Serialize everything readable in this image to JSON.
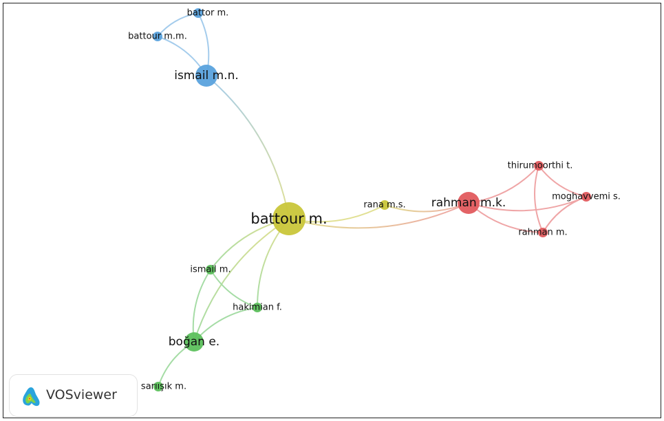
{
  "app": {
    "brand_label": "VOSviewer"
  },
  "colors": {
    "blue": "#5aa2dd",
    "yellow": "#c9c63a",
    "red": "#e15b5e",
    "green": "#5cc05c"
  },
  "nodes": [
    {
      "id": "battour-m",
      "label": "battour m.",
      "cluster": "yellow"
    },
    {
      "id": "rana-ms",
      "label": "rana m.s.",
      "cluster": "yellow"
    },
    {
      "id": "rahman-mk",
      "label": "rahman m.k.",
      "cluster": "red"
    },
    {
      "id": "thirumoorthi-t",
      "label": "thirumoorthi t.",
      "cluster": "red"
    },
    {
      "id": "moghavvemi-s",
      "label": "moghavvemi s.",
      "cluster": "red"
    },
    {
      "id": "rahman-m",
      "label": "rahman m.",
      "cluster": "red"
    },
    {
      "id": "ismail-mn",
      "label": "ismail m.n.",
      "cluster": "blue"
    },
    {
      "id": "battor-m",
      "label": "battor m.",
      "cluster": "blue"
    },
    {
      "id": "battour-mm",
      "label": "battour m.m.",
      "cluster": "blue"
    },
    {
      "id": "ismail-m",
      "label": "ismail m.",
      "cluster": "green"
    },
    {
      "id": "hakimian-f",
      "label": "hakimian f.",
      "cluster": "green"
    },
    {
      "id": "bogan-e",
      "label": "boğan e.",
      "cluster": "green"
    },
    {
      "id": "sarisik-m",
      "label": "sarıışık m.",
      "cluster": "green"
    }
  ],
  "links": [
    [
      "battour-m",
      "ismail-mn"
    ],
    [
      "ismail-mn",
      "battor-m"
    ],
    [
      "ismail-mn",
      "battour-mm"
    ],
    [
      "battor-m",
      "battour-mm"
    ],
    [
      "battour-m",
      "rana-ms"
    ],
    [
      "battour-m",
      "rahman-mk"
    ],
    [
      "rana-ms",
      "rahman-mk"
    ],
    [
      "rahman-mk",
      "thirumoorthi-t"
    ],
    [
      "rahman-mk",
      "moghavvemi-s"
    ],
    [
      "rahman-mk",
      "rahman-m"
    ],
    [
      "thirumoorthi-t",
      "moghavvemi-s"
    ],
    [
      "thirumoorthi-t",
      "rahman-m"
    ],
    [
      "moghavvemi-s",
      "rahman-m"
    ],
    [
      "battour-m",
      "ismail-m"
    ],
    [
      "battour-m",
      "hakimian-f"
    ],
    [
      "battour-m",
      "bogan-e"
    ],
    [
      "ismail-m",
      "hakimian-f"
    ],
    [
      "ismail-m",
      "bogan-e"
    ],
    [
      "hakimian-f",
      "bogan-e"
    ],
    [
      "bogan-e",
      "sarisik-m"
    ]
  ]
}
